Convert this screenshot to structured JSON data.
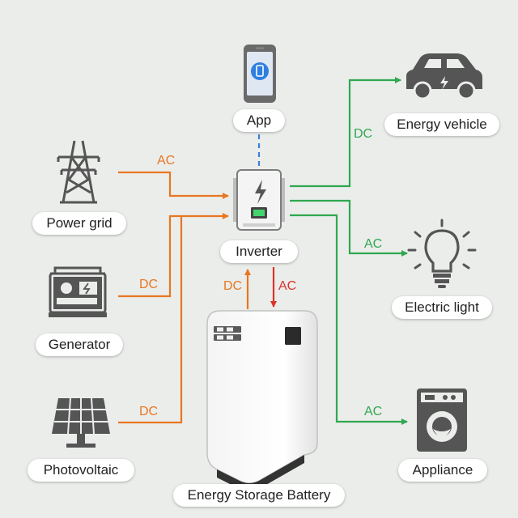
{
  "labels": {
    "app": "App",
    "power_grid": "Power grid",
    "generator": "Generator",
    "photovoltaic": "Photovoltaic",
    "inverter": "Inverter",
    "battery": "Energy Storage Battery",
    "vehicle": "Energy vehicle",
    "light": "Electric light",
    "appliance": "Appliance"
  },
  "flows": {
    "grid": "AC",
    "generator": "DC",
    "pv": "DC",
    "battery_in": "DC",
    "battery_out": "AC",
    "vehicle": "DC",
    "light": "AC",
    "appliance": "AC"
  },
  "icons": {
    "app": "smartphone-icon",
    "power_grid": "transmission-tower-icon",
    "generator": "generator-icon",
    "photovoltaic": "solar-panel-icon",
    "inverter": "inverter-icon",
    "battery": "battery-cabinet-icon",
    "vehicle": "car-icon",
    "light": "light-bulb-icon",
    "appliance": "washing-machine-icon"
  },
  "colors": {
    "ac_input": "#e87722",
    "dc_input": "#e87722",
    "output": "#2fa84f",
    "battery_discharge": "#d9332b",
    "app_link": "#3b7fd6",
    "icon": "#555555"
  }
}
